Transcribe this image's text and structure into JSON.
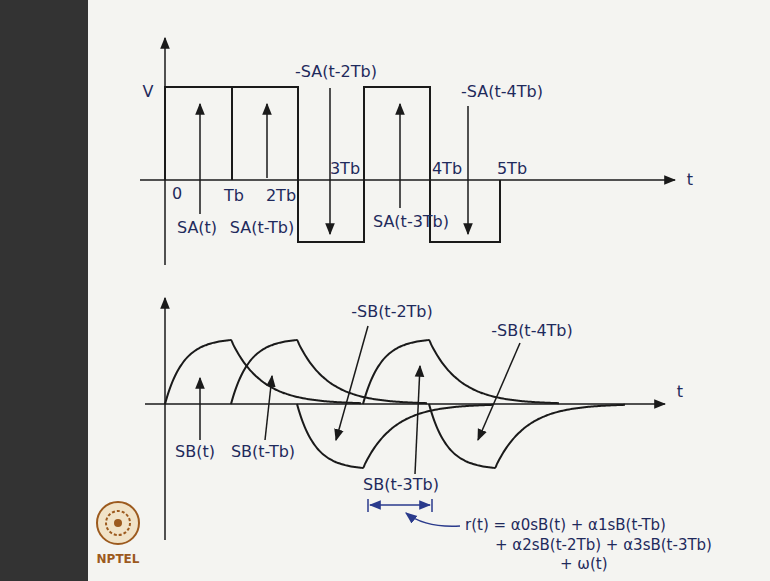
{
  "diagram": {
    "labels": [
      "V",
      "t",
      "0",
      "Tb",
      "2Tb",
      "3Tb",
      "4Tb",
      "5Tb",
      "SA(t)",
      "SA(t-Tb)",
      "-SA(t-2Tb)",
      "SA(t-3Tb)",
      "-SA(t-4Tb)",
      "SB(t)",
      "SB(t-Tb)",
      "-SB(t-2Tb)",
      "SB(t-3Tb)",
      "-SB(t-4Tb)",
      "t",
      "r(t) = α0sB(t) + α1sB(t-Tb)",
      "+ α2sB(t-2Tb) + α3sB(t-3Tb)",
      "+ ω(t)",
      "NPTEL"
    ]
  }
}
